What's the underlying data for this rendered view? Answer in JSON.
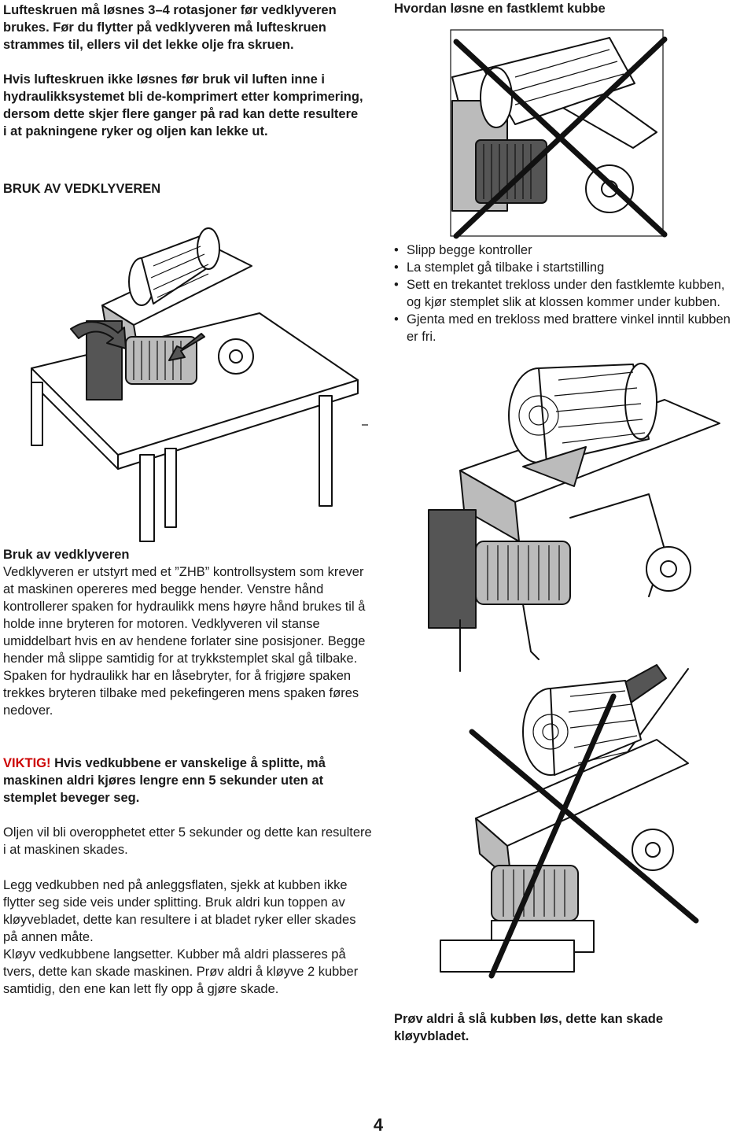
{
  "left": {
    "intro_bold": "Lufteskruen må løsnes 3–4 rotasjoner før vedklyveren brukes. Før du flytter på vedklyveren må lufteskruen strammes til, ellers vil det lekke olje fra skruen.",
    "warning_bold": "Hvis lufteskruen ikke løsnes før bruk vil luften inne i hydraulikksystemet bli de-komprimert etter komprimering, dersom dette skjer flere ganger på rad kan dette resultere i at pakningene ryker og oljen kan lekke ut.",
    "section_heading": "BRUK AV VEDKLYVEREN",
    "usage_title": "Bruk av vedklyveren",
    "usage_text": "Vedklyveren er utstyrt med et ”ZHB” kontrollsystem som krever at maskinen opereres med begge hender. Venstre hånd kontrollerer spaken for hydraulikk mens høyre hånd brukes til å holde inne bryteren for motoren. Vedklyveren vil stanse umiddelbart hvis en av hendene forlater sine posisjoner. Begge hender må slippe samtidig for at trykkstemplet skal gå tilbake. Spaken for hydraulikk har en låsebryter, for å frigjøre spaken trekkes bryteren tilbake med pekefingeren mens spaken føres nedover.",
    "important_label": "VIKTIG!",
    "important_text": " Hvis vedkubbene er vanskelige å splitte, må maskinen aldri kjøres lengre enn 5 sekunder uten at stemplet beveger seg.",
    "oil_text": "Oljen vil bli overopphetet etter 5 sekunder og dette kan resultere i at maskinen skades.",
    "placement_text": "Legg vedkubben ned på anleggsflaten, sjekk at kubben ikke flytter seg side veis under splitting. Bruk aldri kun toppen av kløyvebladet, dette kan resultere i at bladet ryker eller skades på annen måte.",
    "lengthwise_text": "Kløyv vedkubbene langsetter. Kubber må aldri plasseres på tvers, dette kan skade maskinen. Prøv aldri å kløyve 2 kubber samtidig, den ene kan lett fly opp å gjøre skade."
  },
  "right": {
    "stuck_heading": "Hvordan løsne en fastklemt kubbe",
    "steps": [
      "Slipp begge kontroller",
      "La stemplet gå tilbake i startstilling",
      "Sett en trekantet trekloss under den fastklemte kubben, og kjør stemplet slik at klossen kommer under kubben.",
      "Gjenta med en trekloss med brattere vinkel inntil kubben er fri."
    ],
    "hammer_warning": "Prøv aldri å slå kubben løs, dette kan skade kløyvbladet."
  },
  "page_number": "4"
}
